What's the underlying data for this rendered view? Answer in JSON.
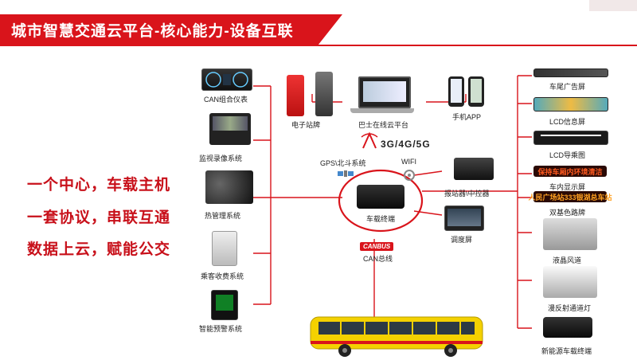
{
  "page": {
    "title": "城市智慧交通云平台-核心能力-设备互联",
    "slogans": [
      "一个中心，车载主机",
      "一套协议，串联互通",
      "数据上云，赋能公交"
    ]
  },
  "left_devices": [
    {
      "label": "CAN组合仪表"
    },
    {
      "label": "监视录像系统"
    },
    {
      "label": "热管理系统"
    },
    {
      "label": "乘客收费系统"
    },
    {
      "label": "智能预警系统"
    }
  ],
  "top_devices": [
    {
      "label": "电子站牌"
    },
    {
      "label": "巴士在线云平台"
    },
    {
      "label": "手机APP"
    }
  ],
  "center": {
    "network_label": "3G/4G/5G",
    "gps_label": "GPS\\北斗系统",
    "wifi_label": "WIFI",
    "host_label": "车载终端",
    "can_logo": "CANBUS",
    "can_label": "CAN总线"
  },
  "mid_right_devices": [
    {
      "label": "报站器\\中控器"
    },
    {
      "label": "调度屏"
    }
  ],
  "right_devices": [
    {
      "label": "车尾广告屏"
    },
    {
      "label": "LCD信息屏"
    },
    {
      "label": "LCD导乘图"
    },
    {
      "label": "车内显示屏",
      "screen_text": "保持车厢内环境清洁"
    },
    {
      "label": "双基色路牌",
      "screen_text": "人民广场站333银湖总车站"
    },
    {
      "label": "液晶风道"
    },
    {
      "label": "漫反射通道灯"
    },
    {
      "label": "新能源车载终端"
    }
  ],
  "colors": {
    "accent": "#d9141b",
    "line": "#d9141b",
    "bus_body": "#f4d100"
  }
}
